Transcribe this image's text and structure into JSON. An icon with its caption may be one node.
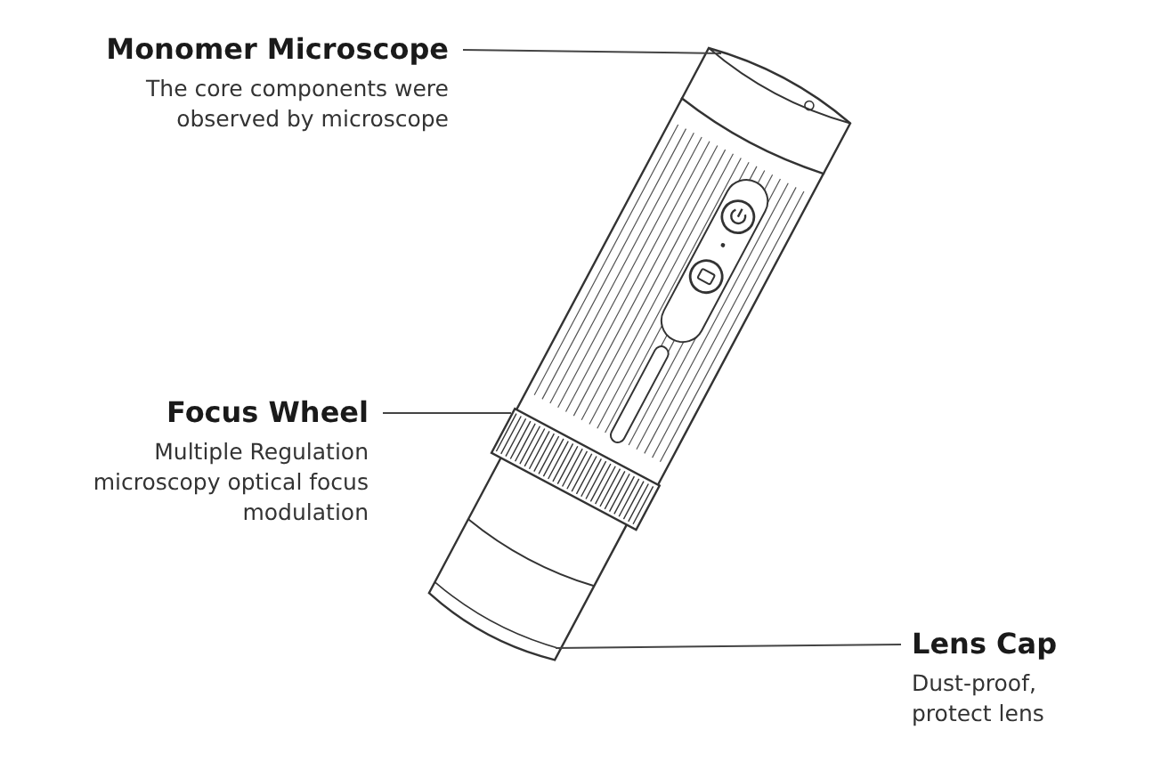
{
  "diagram": {
    "nodes": [
      {
        "text": [
          "Monomer Microscope",
          "The core components were observed by microscope"
        ]
      },
      {
        "text": [
          "Focus Wheel",
          "Multiple Regulation microscopy optical focus modulation"
        ]
      },
      {
        "text": [
          "Lens Cap",
          "Dust-proof, protect lens"
        ]
      },
      {
        "text": [],
        "shape": "picture"
      },
      {
        "text": [],
        "shape": "picture"
      },
      {
        "text": [],
        "shape": "picture"
      }
    ],
    "edges": [
      {
        "from": 0,
        "to": 3,
        "arrow": "none"
      },
      {
        "from": 1,
        "to": 4,
        "arrow": "none"
      },
      {
        "from": 2,
        "to": 5,
        "arrow": "none"
      }
    ]
  }
}
